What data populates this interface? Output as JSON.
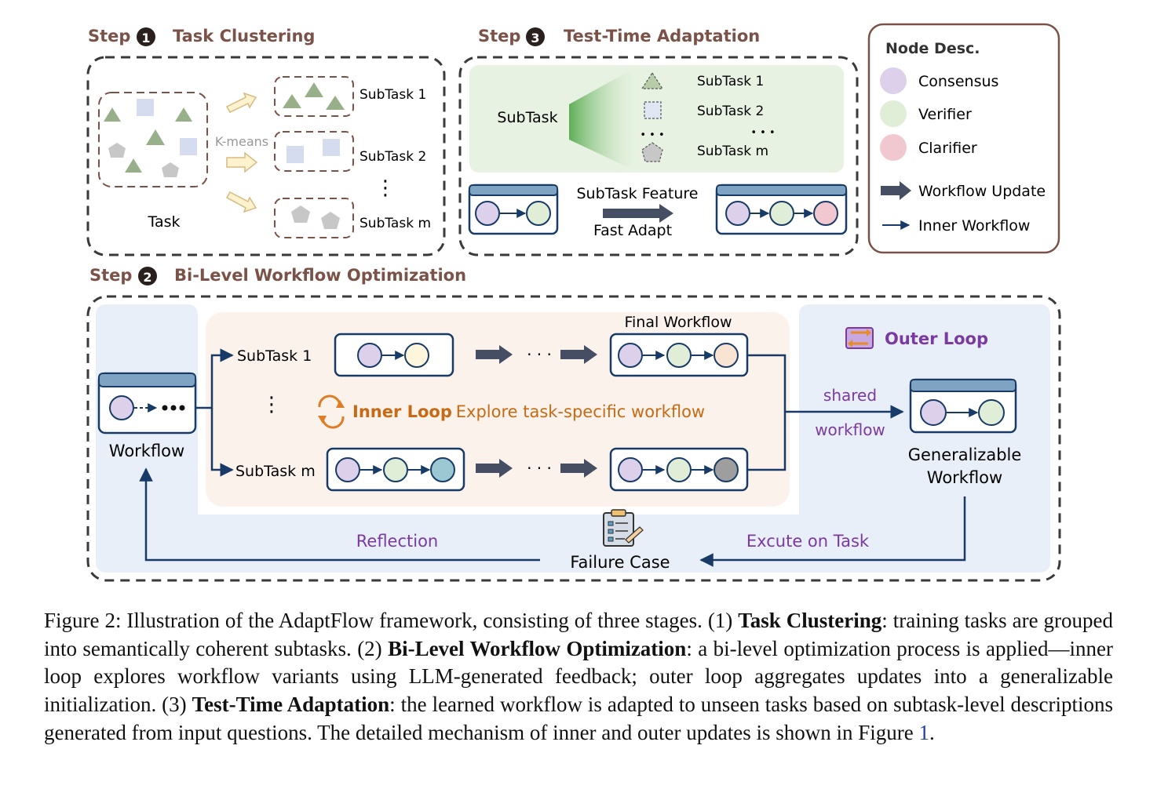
{
  "step1": {
    "label": "Step",
    "num": "1",
    "title": "Task Clustering",
    "task_label": "Task",
    "kmeans": "K-means",
    "subtasks": [
      "SubTask 1",
      "SubTask 2",
      "SubTask m"
    ],
    "vdots": "⋮"
  },
  "step3": {
    "label": "Step",
    "num": "3",
    "title": "Test-Time Adaptation",
    "subtask": "SubTask",
    "subtasks": [
      "SubTask 1",
      "SubTask 2",
      "SubTask m"
    ],
    "ellipsis": "• • •",
    "feature": "SubTask Feature",
    "adapt": "Fast Adapt"
  },
  "legend": {
    "title": "Node Desc.",
    "nodes": [
      {
        "label": "Consensus",
        "color": "#ddd0ea"
      },
      {
        "label": "Verifier",
        "color": "#e0eed8"
      },
      {
        "label": "Clarifier",
        "color": "#f2c8d0"
      }
    ],
    "workflow_update": "Workflow Update",
    "inner_workflow": "Inner Workflow"
  },
  "step2": {
    "label": "Step",
    "num": "2",
    "title": "Bi-Level Workflow Optimization",
    "workflow": "Workflow",
    "subtask_1": "SubTask 1",
    "subtask_m": "SubTask m",
    "final_workflow": "Final Workflow",
    "ellipsis": "· · ·",
    "vdots": "⋮",
    "inner_loop": "Inner Loop",
    "inner_desc": ": Explore task-specific workflow",
    "outer_loop": "Outer Loop",
    "shared": "shared",
    "shared_wf": "workflow",
    "generalizable_1": "Generalizable",
    "generalizable_2": "Workflow",
    "reflection": "Reflection",
    "failure": "Failure Case",
    "execute": "Excute on Task"
  },
  "caption": {
    "t1": "Figure 2: Illustration of the AdaptFlow framework, consisting of three stages. (1) ",
    "b1": "Task Clustering",
    "t2": ": training tasks are grouped into semantically coherent subtasks. (2) ",
    "b2": "Bi-Level Workflow Optimization",
    "t3": ": a bi-level optimization process is applied—inner loop explores workflow variants using LLM-generated feedback; outer loop aggregates updates into a generalizable initialization. (3) ",
    "b3": "Test-Time Adaptation",
    "t4": ": the learned workflow is adapted to unseen tasks based on subtask-level descriptions generated from input questions. The detailed mechanism of inner and outer updates is shown in Figure ",
    "ref": "1",
    "t5": "."
  },
  "colors": {
    "navy": "#173b66",
    "frame": "#3a3a3a",
    "brown": "#7a5248",
    "purple": "#7a3aa0",
    "orange": "#c76a15",
    "shape_green": "#98b08a",
    "shape_blue": "#d5dcf0",
    "shape_gray": "#c7c7c7"
  }
}
